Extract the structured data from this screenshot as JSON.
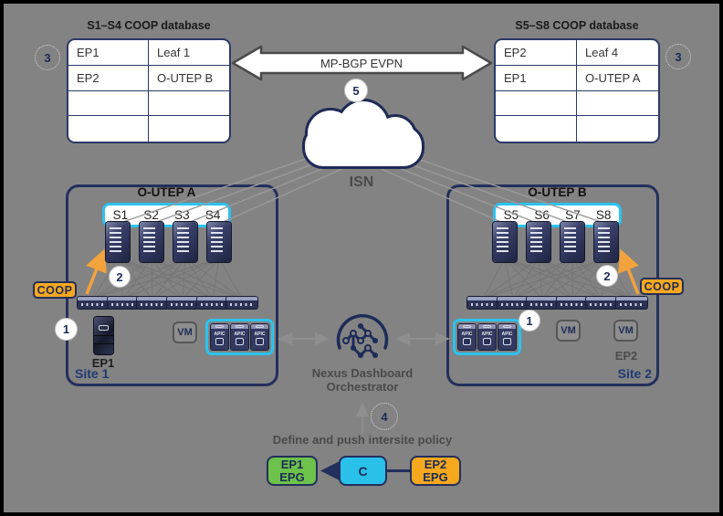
{
  "colors": {
    "background": "#838383",
    "navy": "#232f5c",
    "cyan": "#2bc3ef",
    "coop_orange": "#f7a81d",
    "epg_green": "#6cc24a",
    "contract_blue": "#29c1ea",
    "epg_orange": "#f5a81d",
    "arrow_orange": "#f2a33c"
  },
  "coop_tables": {
    "left": {
      "title": "S1–S4 COOP database",
      "rows": [
        [
          "EP1",
          "Leaf 1"
        ],
        [
          "EP2",
          "O-UTEP B"
        ],
        [
          "",
          ""
        ],
        [
          "",
          ""
        ]
      ]
    },
    "right": {
      "title": "S5–S8 COOP database",
      "rows": [
        [
          "EP2",
          "Leaf 4"
        ],
        [
          "EP1",
          "O-UTEP A"
        ],
        [
          "",
          ""
        ],
        [
          "",
          ""
        ]
      ]
    }
  },
  "steps": {
    "s1": "1",
    "s2": "2",
    "s3": "3",
    "s4": "4",
    "s5": "5"
  },
  "labels": {
    "mp_bgp": "MP-BGP EVPN",
    "isn": "ISN",
    "coop": "COOP",
    "vm": "VM",
    "apic": "APIC",
    "ndo_line1": "Nexus Dashboard",
    "ndo_line2": "Orchestrator",
    "policy": "Define and push intersite policy"
  },
  "site1": {
    "name": "Site 1",
    "overlay": "O-UTEP A",
    "spines": [
      "S1",
      "S2",
      "S3",
      "S4"
    ],
    "endpoint": "EP1"
  },
  "site2": {
    "name": "Site 2",
    "overlay": "O-UTEP B",
    "spines": [
      "S5",
      "S6",
      "S7",
      "S8"
    ],
    "endpoint": "EP2"
  },
  "policy_objects": {
    "consumer": {
      "line1": "EP1",
      "line2": "EPG"
    },
    "contract": "C",
    "provider": {
      "line1": "EP2",
      "line2": "EPG"
    }
  }
}
